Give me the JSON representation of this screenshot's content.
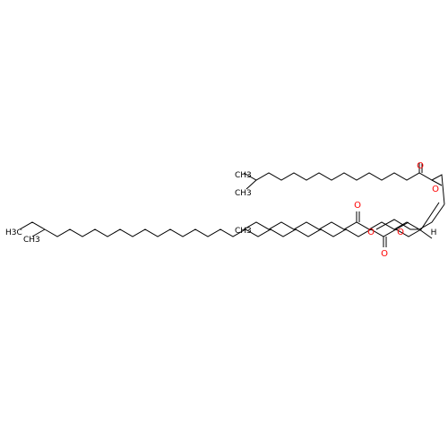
{
  "molecule": {
    "atom_labels": {
      "o_ester_upper": "O",
      "o_carbonyl_upper": "O",
      "o_ester_mid": "O",
      "o_carbonyl_mid": "O",
      "o_ester_lower": "O",
      "o_carbonyl_lower": "O",
      "h_stereo": "H",
      "methyl_upper_a": "CH3",
      "methyl_upper_b": "CH3",
      "methyl_mid": "CH3",
      "methyl_left_a": "H3C",
      "methyl_left_b": "CH3"
    },
    "colors": {
      "bond": "#000000",
      "oxygen": "#ff0000",
      "carbon_label": "#000000"
    }
  }
}
